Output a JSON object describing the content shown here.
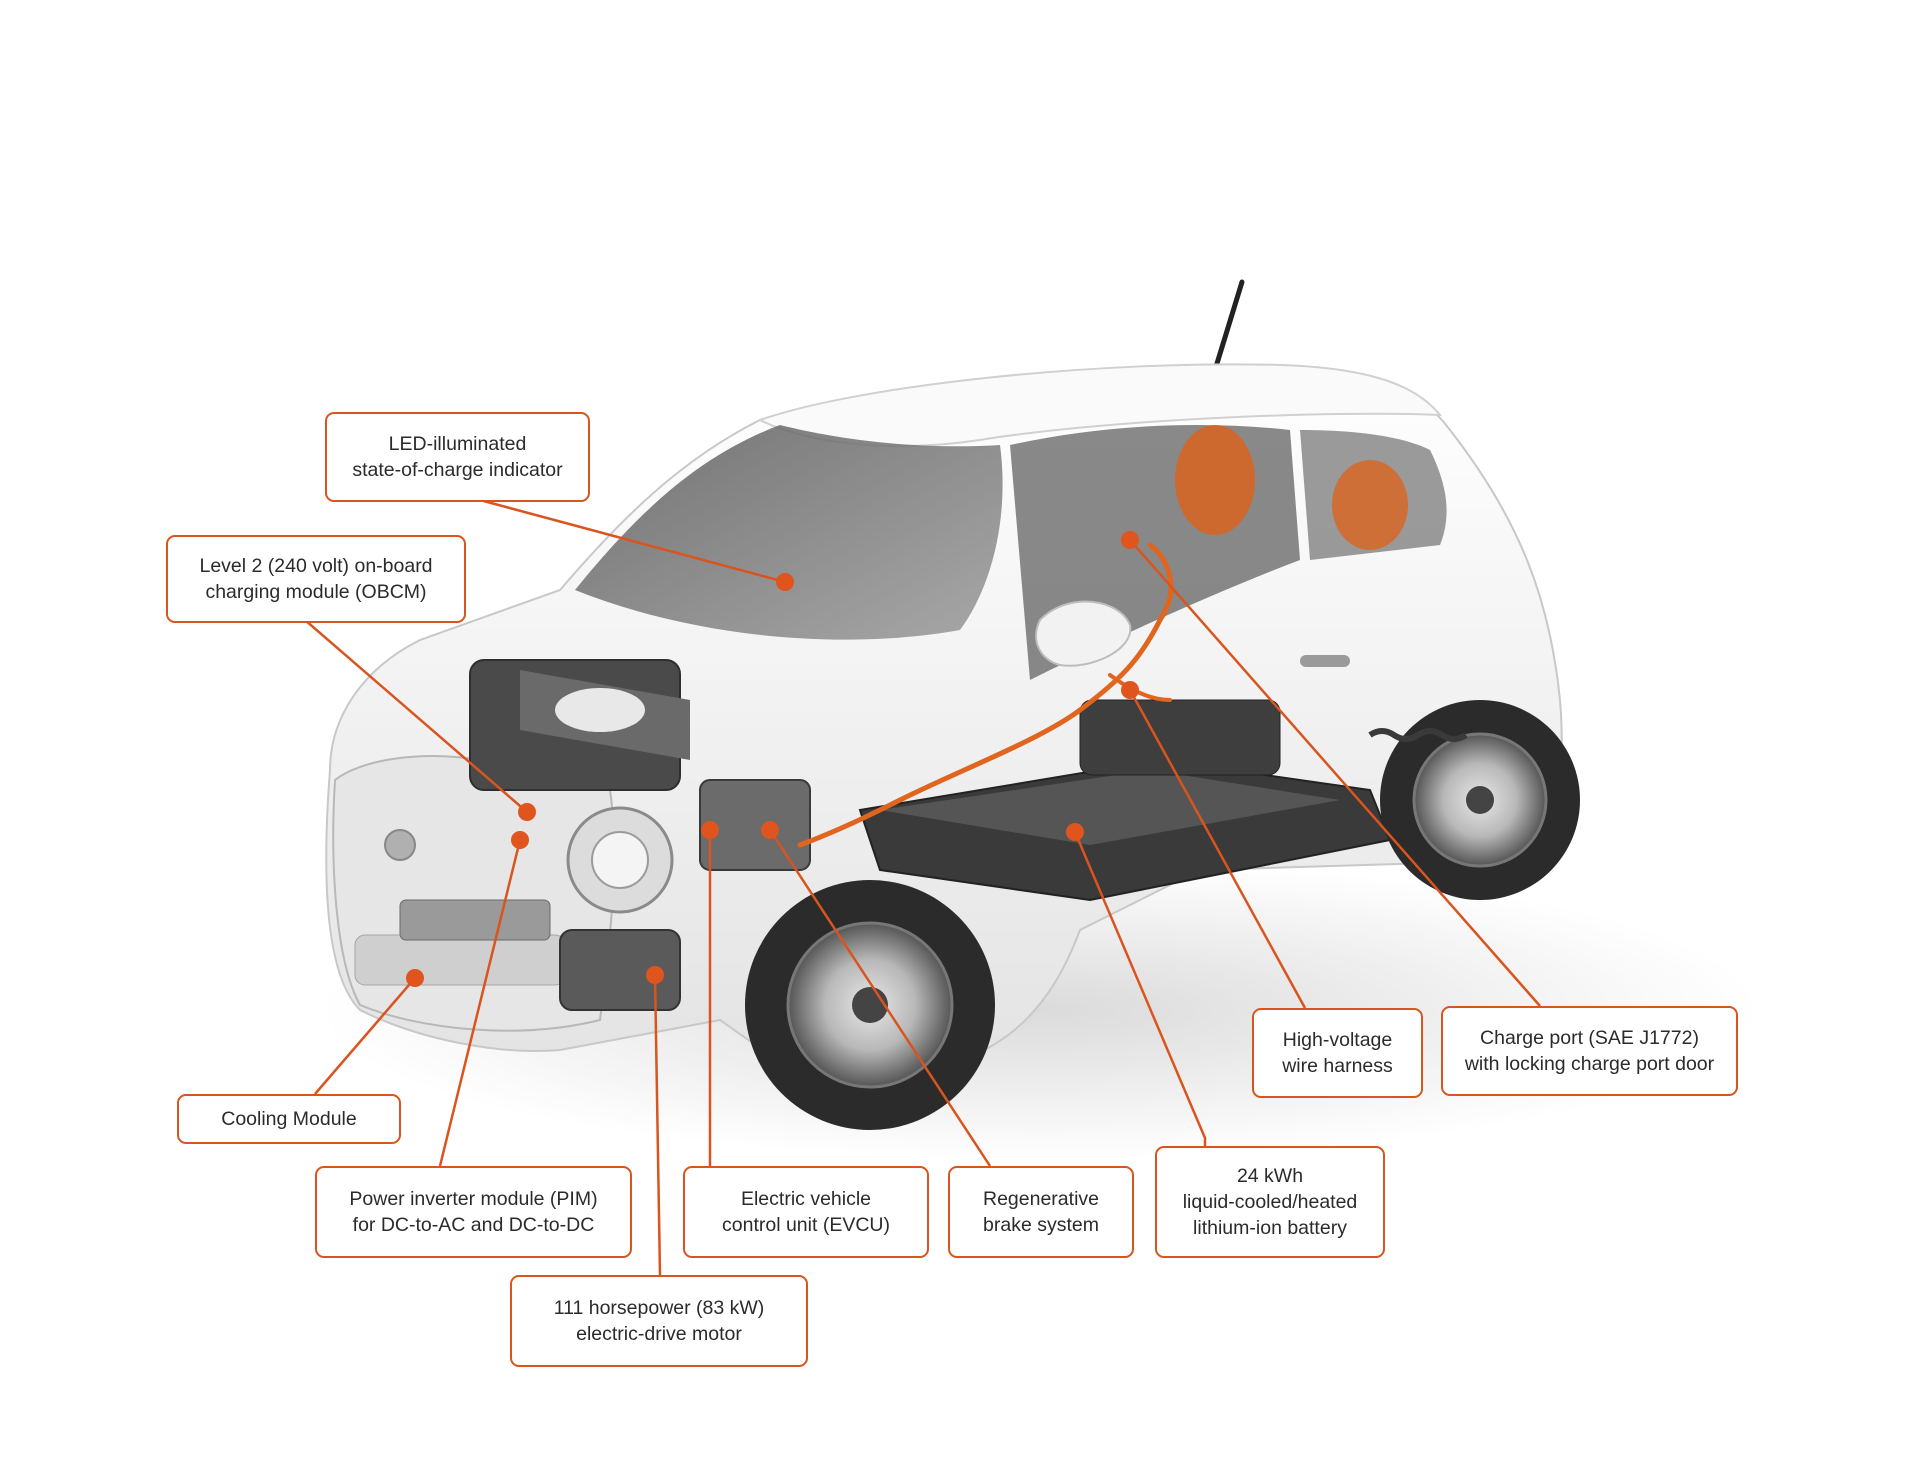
{
  "colors": {
    "accent": "#d9541e",
    "car_body": "#f4f4f4",
    "car_shadow": "#cfcfcf",
    "battery": "#3a3a3a"
  },
  "callouts": [
    {
      "id": "soc-indicator",
      "lines": [
        "LED-illuminated",
        "state-of-charge indicator"
      ]
    },
    {
      "id": "obcm",
      "lines": [
        "Level 2 (240 volt) on-board",
        "charging module (OBCM)"
      ]
    },
    {
      "id": "cooling",
      "lines": [
        "Cooling Module"
      ]
    },
    {
      "id": "pim",
      "lines": [
        "Power inverter module (PIM)",
        "for DC-to-AC and DC-to-DC"
      ]
    },
    {
      "id": "evcu",
      "lines": [
        "Electric vehicle",
        "control unit (EVCU)"
      ]
    },
    {
      "id": "motor",
      "lines": [
        "111 horsepower (83 kW)",
        "electric-drive motor"
      ]
    },
    {
      "id": "brake",
      "lines": [
        "Regenerative",
        "brake system"
      ]
    },
    {
      "id": "battery",
      "lines": [
        "24 kWh",
        "liquid-cooled/heated",
        "lithium-ion battery"
      ]
    },
    {
      "id": "harness",
      "lines": [
        "High-voltage",
        "wire harness"
      ]
    },
    {
      "id": "charge-port",
      "lines": [
        "Charge port (SAE J1772)",
        "with locking charge port door"
      ]
    }
  ]
}
